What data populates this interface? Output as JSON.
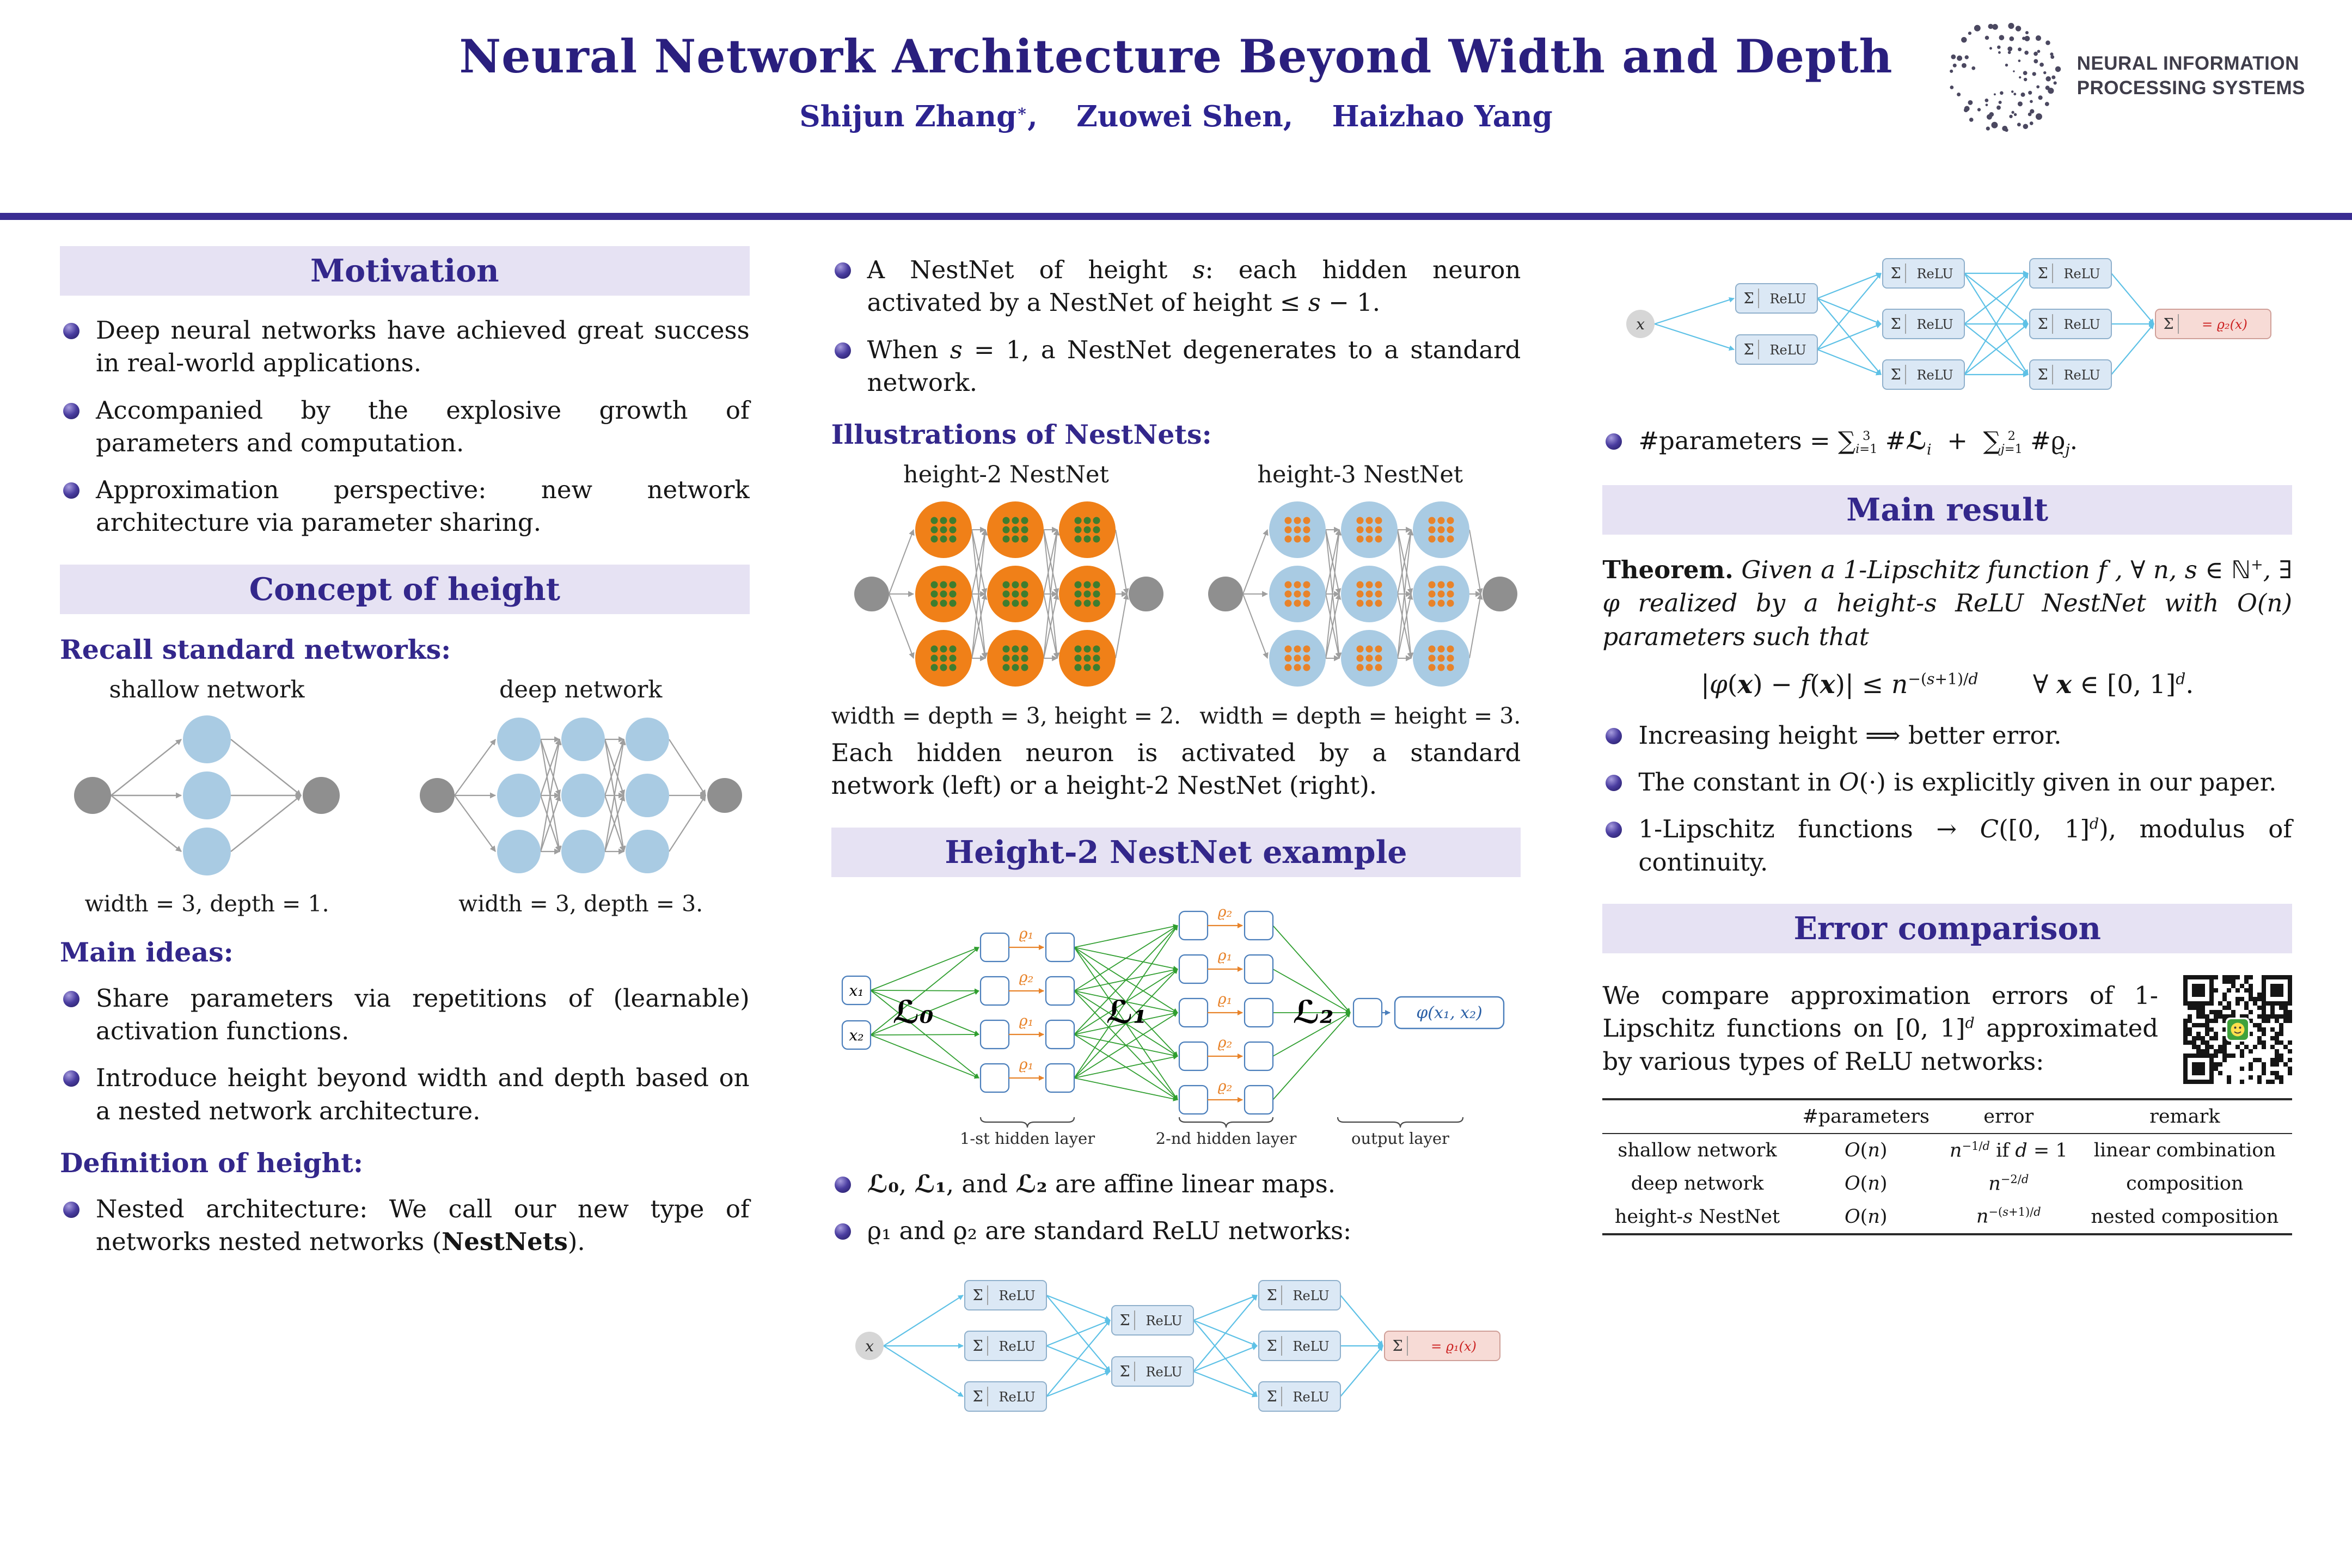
{
  "header": {
    "title": "Neural Network Architecture Beyond Width and Depth",
    "authors_html": "Shijun Zhang<sup>∗</sup>,&emsp; Zuowei Shen,&emsp; Haizhao Yang",
    "logo": {
      "line1": "NEURAL INFORMATION",
      "line2": "PROCESSING SYSTEMS"
    }
  },
  "motivation": {
    "title": "Motivation",
    "bullets": [
      "Deep neural networks have achieved great success in real-world applications.",
      "Accompanied by the explosive growth of parameters and computation.",
      "Approximation perspective: new network architecture via parameter sharing."
    ]
  },
  "concept": {
    "title": "Concept of height",
    "recall_heading": "Recall standard networks:",
    "shallow": {
      "label": "shallow network",
      "caption": "width = 3, depth = 1."
    },
    "deep": {
      "label": "deep network",
      "caption": "width = 3, depth = 3."
    },
    "main_ideas_heading": "Main ideas:",
    "main_ideas": [
      "Share parameters via repetitions of (learnable) activation functions.",
      "Introduce height beyond width and depth based on a nested network architecture."
    ],
    "definition_heading": "Definition of height:",
    "definition_bullets": [
      "Nested architecture: We call our new type of networks nested networks (<b>NestNets</b>)."
    ]
  },
  "nestnet": {
    "bullets": [
      "A NestNet of height <i>s</i>: each hidden neuron activated by a NestNet of height ≤ <i>s</i> − 1.",
      "When <i>s</i> = 1, a NestNet degenerates to a standard network."
    ],
    "illustrations_heading": "Illustrations of NestNets:",
    "h2": {
      "label": "height-2 NestNet",
      "caption": "width = depth = 3, height = 2."
    },
    "h3": {
      "label": "height-3 NestNet",
      "caption": "width = depth = height = 3."
    },
    "explain": "Each hidden neuron is activated by a standard network (left) or a height-2 NestNet (right)."
  },
  "example": {
    "title": "Height-2 NestNet example",
    "inputs": [
      "x₁",
      "x₂"
    ],
    "L_labels": [
      "ℒ₀",
      "ℒ₁",
      "ℒ₂"
    ],
    "layer1_acts": [
      "ϱ₁",
      "ϱ₂",
      "ϱ₁",
      "ϱ₁"
    ],
    "layer2_acts": [
      "ϱ₂",
      "ϱ₁",
      "ϱ₁",
      "ϱ₂",
      "ϱ₂"
    ],
    "output": "φ(x₁, x₂)",
    "brace_labels": [
      "1-st hidden layer",
      "2-nd hidden layer",
      "output layer"
    ],
    "bullets": [
      "<b>ℒ₀</b>, <b>ℒ₁</b>, and <b>ℒ₂</b> are affine linear maps.",
      "ϱ₁ and ϱ₂ are standard ReLU networks:"
    ]
  },
  "relu_nets": {
    "sigma": "Σ",
    "relu": "ReLU",
    "x_label": "x",
    "rho1_output": "= ϱ₁(x)",
    "rho2_output": "= ϱ₂(x)"
  },
  "params_html": "#parameters = ∑<span class='lims'><span>3</span><span><i>i</i>=1</span></span> #<b>ℒ</b><sub><i>i</i></sub> &nbsp;+&nbsp; ∑<span class='lims'><span>2</span><span><i>j</i>=1</span></span> #ϱ<sub><i>j</i></sub>.",
  "main_result": {
    "title": "Main result",
    "theorem_html": "<b>Theorem.</b> <i>Given a 1-Lipschitz function f , ∀ n, s ∈ ℕ<sup>+</sup>, ∃ φ realized by a height-s ReLU NestNet with O(n) parameters such that</i>",
    "equation_html": "|<i>φ</i>(<b><i>x</i></b>) − <i>f</i>(<b><i>x</i></b>)| ≤ <i>n</i><sup>−(<i>s</i>+1)/<i>d</i></sup> &emsp;&ensp; ∀ <b><i>x</i></b> ∈ [0, 1]<sup><i>d</i></sup>.",
    "bullets": [
      "Increasing height ⟹ better error.",
      "The constant in <i>O</i>(·) is explicitly given in our paper.",
      "1-Lipschitz functions → <i>C</i>([0, 1]<sup><i>d</i></sup>), modulus of continuity."
    ]
  },
  "error_comparison": {
    "title": "Error comparison",
    "intro_html": "We compare approximation errors of 1-Lipschitz functions on [0, 1]<sup><i>d</i></sup> approximated by various types of ReLU networks:",
    "table": {
      "headers": [
        "",
        "#parameters",
        "error",
        "remark"
      ],
      "rows": [
        [
          "shallow network",
          "<i>O</i>(<i>n</i>)",
          "<i>n</i><sup>−1/<i>d</i></sup> if <i>d</i> = 1",
          "linear combination"
        ],
        [
          "deep network",
          "<i>O</i>(<i>n</i>)",
          "<i>n</i><sup>−2/<i>d</i></sup>",
          "composition"
        ],
        [
          "height-<i>s</i> NestNet",
          "<i>O</i>(<i>n</i>)",
          "<i>n</i><sup>−(<i>s</i>+1)/<i>d</i></sup>",
          "nested composition"
        ]
      ]
    }
  }
}
